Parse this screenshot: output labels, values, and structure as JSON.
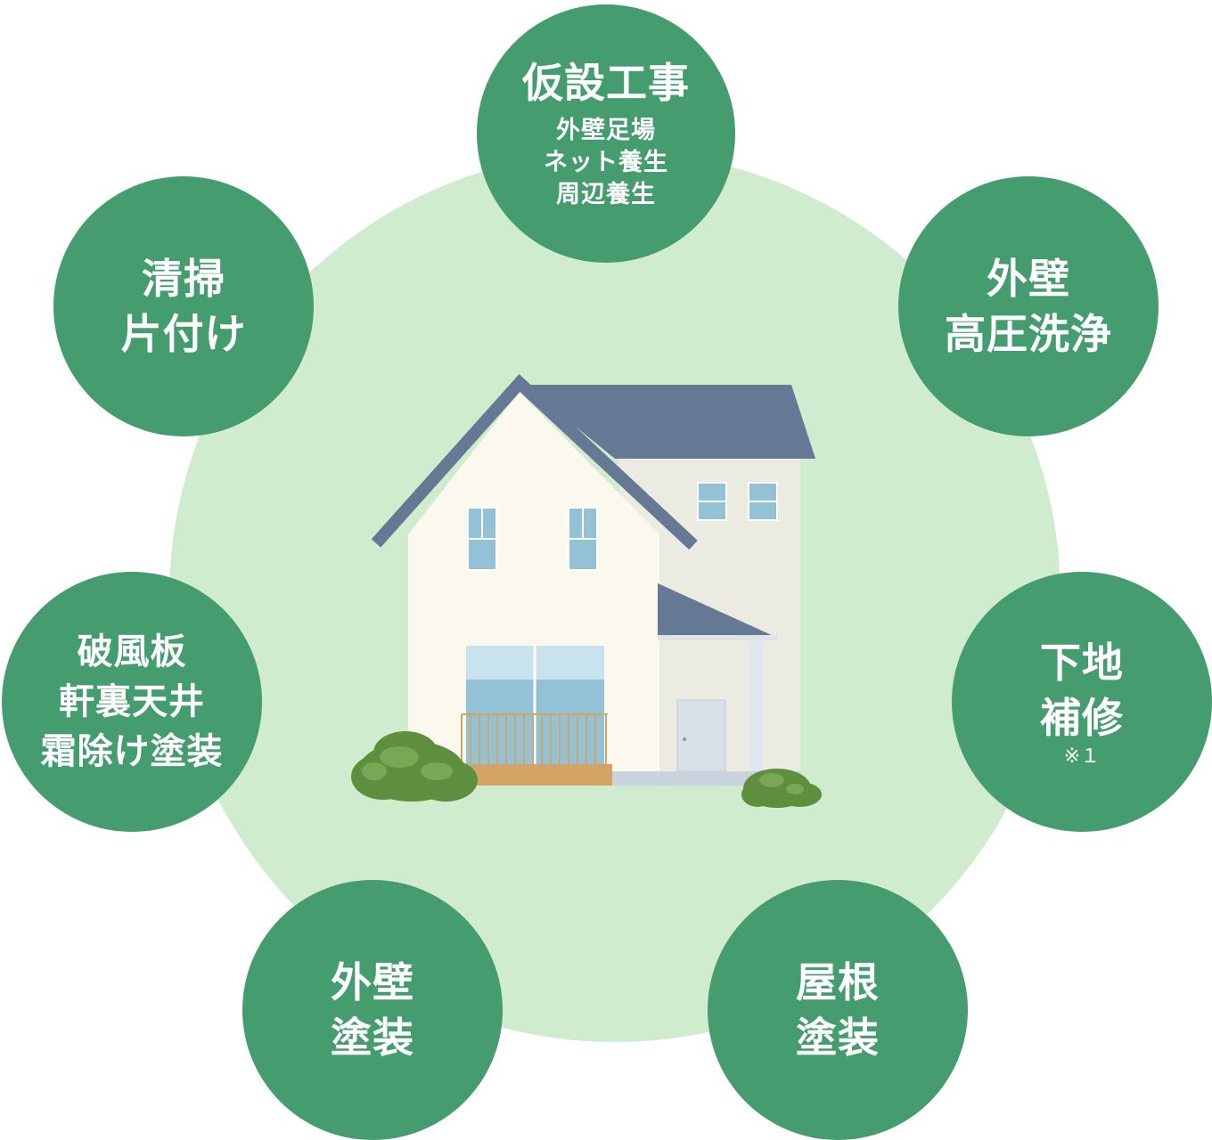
{
  "colors": {
    "bubble_green": "#449c6f",
    "background_circle": "#cfeccf",
    "roof": "#657894",
    "wall_front": "#fbf8ee",
    "wall_side": "#ecebe1",
    "window_glass": "#93c2d6",
    "deck": "#d2a466",
    "shrub": "#5e8f3e"
  },
  "center_image": {
    "icon": "house-illustration"
  },
  "bubbles": {
    "top": {
      "title": "仮設工事",
      "items": [
        "外壁足場",
        "ネット養生",
        "周辺養生"
      ]
    },
    "top_left": {
      "lines": [
        "清掃",
        "片付け"
      ]
    },
    "top_right": {
      "lines": [
        "外壁",
        "高圧洗浄"
      ]
    },
    "middle_left": {
      "lines": [
        "破風板",
        "軒裏天井",
        "霜除け塗装"
      ]
    },
    "middle_right": {
      "lines": [
        "下地",
        "補修"
      ],
      "note": "※１"
    },
    "bottom_left": {
      "lines": [
        "外壁",
        "塗装"
      ]
    },
    "bottom_right": {
      "lines": [
        "屋根",
        "塗装"
      ]
    }
  }
}
